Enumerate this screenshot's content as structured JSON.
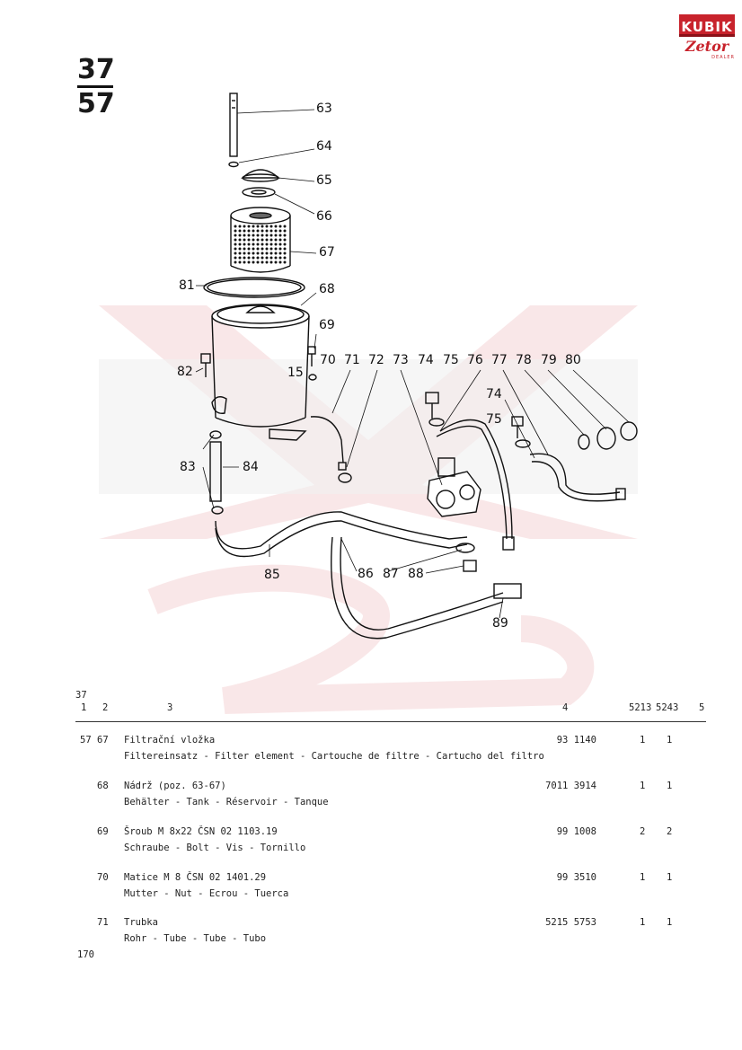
{
  "section": {
    "top": "37",
    "bottom": "57"
  },
  "logo": {
    "brand": "KUBIK",
    "maker": "Zetor",
    "sub": "DEALER"
  },
  "callouts": [
    "63",
    "64",
    "65",
    "66",
    "67",
    "81",
    "68",
    "69",
    "82",
    "15",
    "70",
    "71",
    "72",
    "73",
    "74",
    "75",
    "76",
    "77",
    "78",
    "79",
    "80",
    "74",
    "75",
    "83",
    "84",
    "85",
    "86",
    "87",
    "88",
    "89"
  ],
  "table": {
    "group": "37",
    "headers": [
      "1",
      "2",
      "3",
      "4",
      "5213",
      "5243",
      "5"
    ],
    "rows": [
      {
        "id": "57",
        "pos": "67",
        "name": "Filtrační vložka",
        "trans": "Filtereinsatz - Filter element - Cartouche de filtre - Cartucho del filtro",
        "part": "93 1140",
        "q1": "1",
        "q2": "1"
      },
      {
        "id": "",
        "pos": "68",
        "name": "Nádrž (poz. 63-67)",
        "trans": "Behälter - Tank - Réservoir - Tanque",
        "part": "7011 3914",
        "q1": "1",
        "q2": "1"
      },
      {
        "id": "",
        "pos": "69",
        "name": "Šroub M 8x22 ČSN 02 1103.19",
        "trans": "Schraube - Bolt - Vis - Tornillo",
        "part": "99 1008",
        "q1": "2",
        "q2": "2"
      },
      {
        "id": "",
        "pos": "70",
        "name": "Matice M 8 ČSN 02 1401.29",
        "trans": "Mutter - Nut - Ecrou - Tuerca",
        "part": "99 3510",
        "q1": "1",
        "q2": "1"
      },
      {
        "id": "",
        "pos": "71",
        "name": "Trubka",
        "trans": "Rohr - Tube - Tube - Tubo",
        "part": "5215 5753",
        "q1": "1",
        "q2": "1"
      }
    ]
  },
  "page_number": "170"
}
